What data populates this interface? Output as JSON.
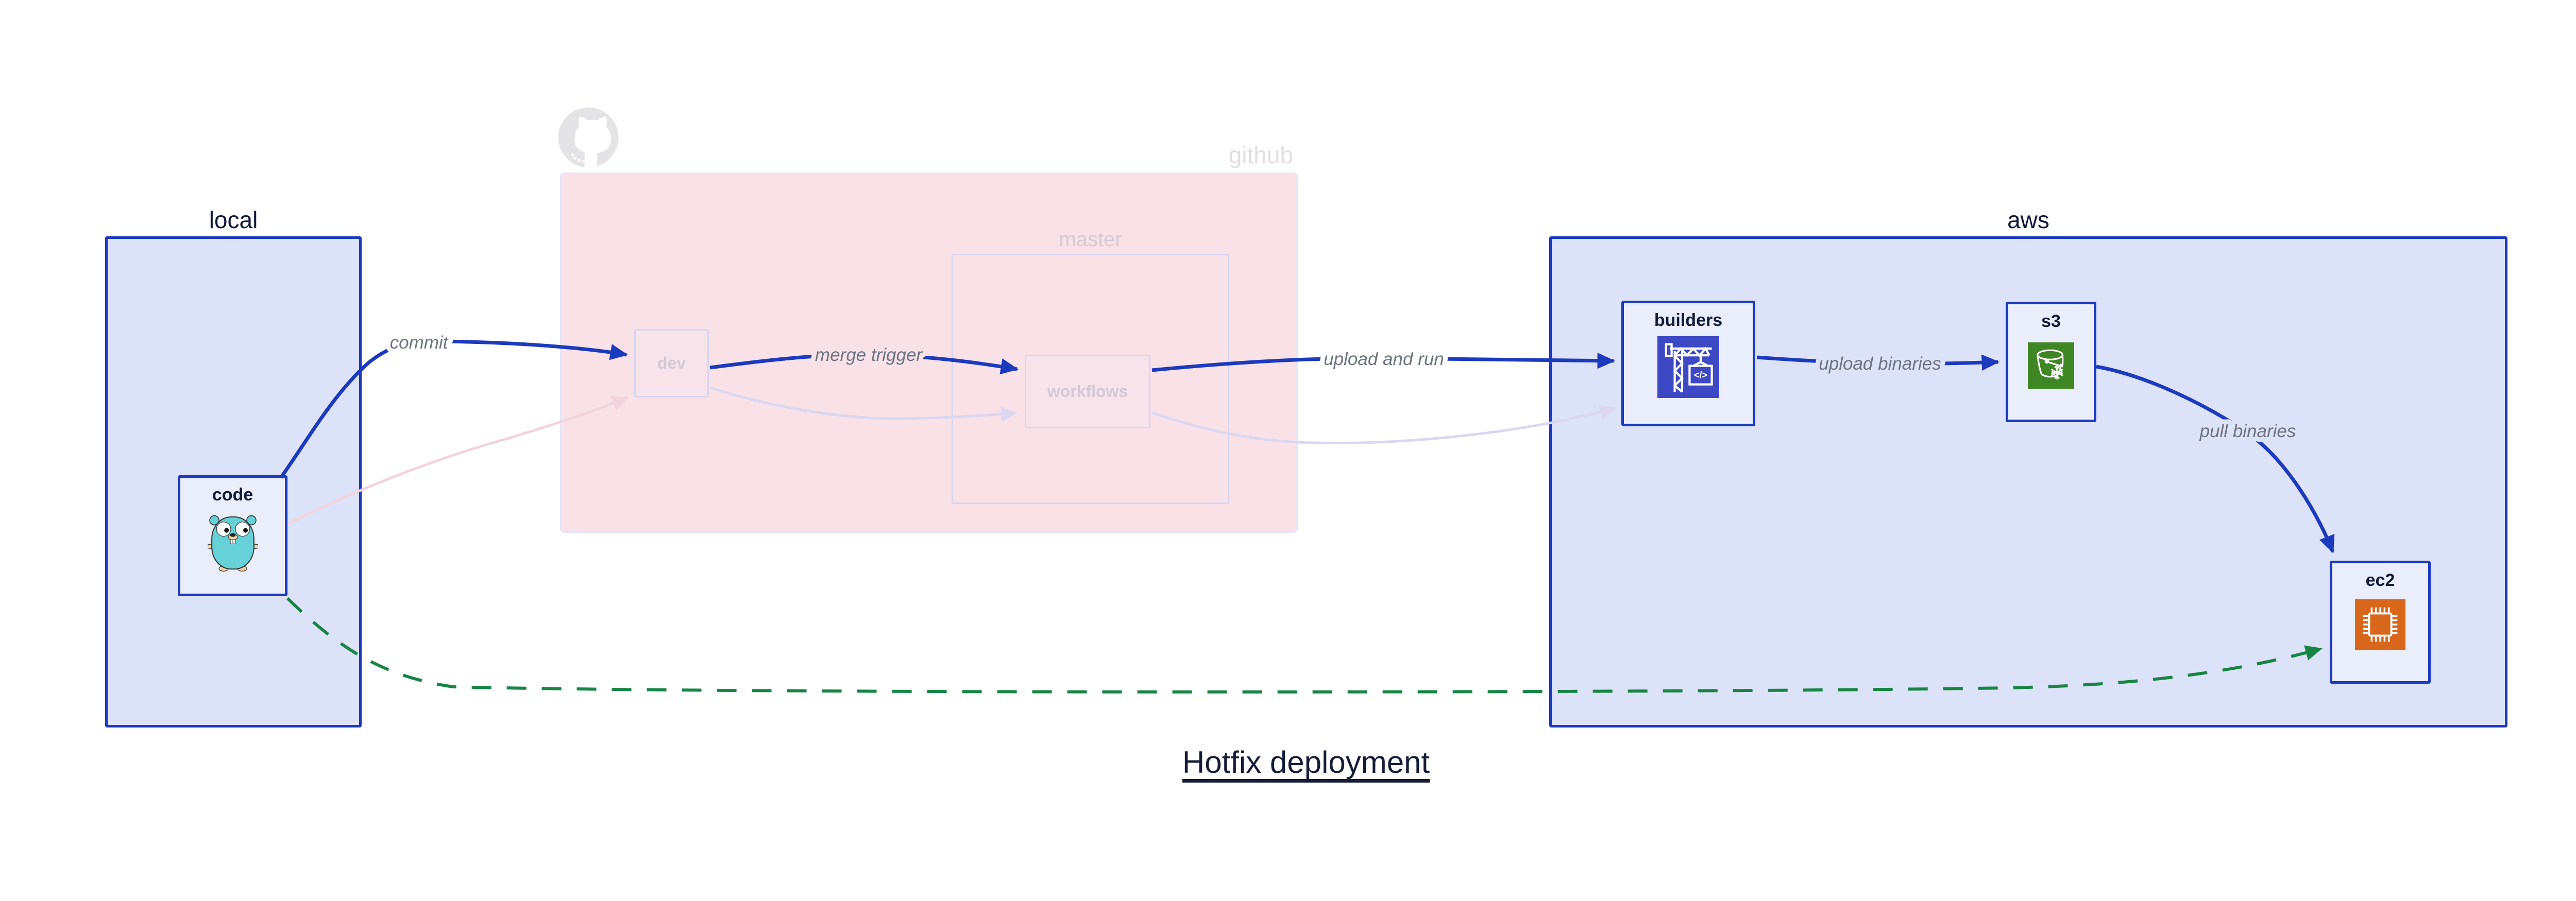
{
  "title": "Hotfix deployment",
  "containers": {
    "local": {
      "label": "local"
    },
    "github": {
      "label": "github",
      "master_label": "master"
    },
    "aws": {
      "label": "aws"
    }
  },
  "nodes": {
    "code": {
      "label": "code",
      "icon": "go-gopher-icon"
    },
    "dev": {
      "label": "dev"
    },
    "workflows": {
      "label": "workflows"
    },
    "builders": {
      "label": "builders",
      "icon": "codebuild-crane-icon",
      "icon_text": "</>"
    },
    "s3": {
      "label": "s3",
      "icon": "s3-glacier-bucket-icon"
    },
    "ec2": {
      "label": "ec2",
      "icon": "ec2-chip-icon"
    }
  },
  "edges": [
    {
      "id": "commit",
      "label": "commit",
      "from": "code",
      "to": "dev",
      "style": "solid-blue"
    },
    {
      "id": "merge-trigger",
      "label": "merge trigger",
      "from": "dev",
      "to": "workflows",
      "style": "solid-blue"
    },
    {
      "id": "upload-and-run",
      "label": "upload and run",
      "from": "workflows",
      "to": "builders",
      "style": "solid-blue"
    },
    {
      "id": "upload-binaries",
      "label": "upload binaries",
      "from": "builders",
      "to": "s3",
      "style": "solid-blue"
    },
    {
      "id": "pull-binaries",
      "label": "pull binaries",
      "from": "s3",
      "to": "ec2",
      "style": "solid-blue"
    },
    {
      "id": "hotfix-path",
      "label": "",
      "from": "code",
      "to": "ec2",
      "style": "dashed-green"
    },
    {
      "id": "ghost-code-dev",
      "label": "",
      "from": "code",
      "to": "dev",
      "style": "ghost-pink"
    },
    {
      "id": "ghost-dev-workflows",
      "label": "",
      "from": "dev",
      "to": "workflows",
      "style": "ghost-lavender"
    },
    {
      "id": "ghost-workflows-builders",
      "label": "",
      "from": "workflows",
      "to": "builders",
      "style": "ghost-lavender"
    }
  ],
  "colors": {
    "edge_blue": "#1c3abd",
    "edge_green": "#178544",
    "container_fill": "#dce2f8",
    "node_fill": "#eaeefb",
    "github_fill": "#f8e2e8",
    "ghost_border": "#d9d5ee",
    "label_gray": "#6d7380",
    "text_navy": "#121b3a",
    "builders_icon_bg": "#3d49c4",
    "s3_icon_bg": "#3f8624",
    "ec2_icon_bg": "#d8671c",
    "gopher_teal": "#67d1d8"
  }
}
